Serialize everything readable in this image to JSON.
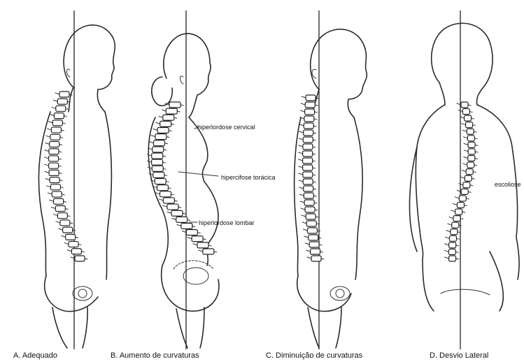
{
  "figures": [
    {
      "id": "A",
      "caption": "A. Adequado"
    },
    {
      "id": "B",
      "caption": "B. Aumento de curvaturas"
    },
    {
      "id": "C",
      "caption": "C. Diminuição de curvaturas"
    },
    {
      "id": "D",
      "caption": "D. Desvio Lateral"
    }
  ],
  "annotations": {
    "cervical": "hiperlordose cervical",
    "thoracic": "hipercifose torácica",
    "lumbar": "hiperlordose lombar",
    "scoliosis": "escoliose"
  },
  "colors": {
    "ink": "#2a2a2a",
    "background": "#ffffff"
  }
}
